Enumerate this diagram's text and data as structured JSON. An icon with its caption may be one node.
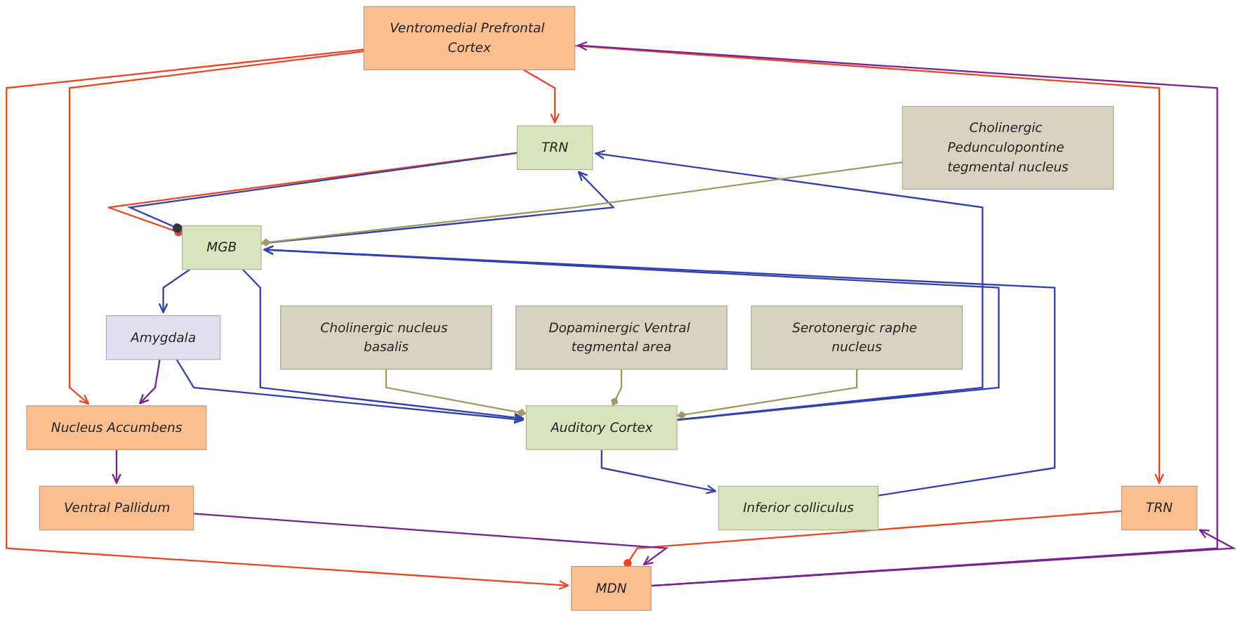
{
  "diagram": {
    "nodes": [
      {
        "text": [
          "Ventromedial Prefrontal Cortex"
        ]
      },
      {
        "text": [
          "Auditory Cortex"
        ]
      },
      {
        "text": [
          "Cholinergic nucleus basalis"
        ]
      },
      {
        "text": [
          "TRN"
        ]
      },
      {
        "text": [
          "TRN"
        ]
      },
      {
        "text": [
          "Dopaminergic Ventral tegmental area"
        ]
      },
      {
        "text": [
          "MDN"
        ]
      },
      {
        "text": [
          "MGB"
        ]
      },
      {
        "text": [
          "Serotonergic raphe nucleus"
        ]
      },
      {
        "text": [
          "Ventral Pallidum"
        ]
      },
      {
        "text": [
          "Nucleus Accumbens"
        ]
      },
      {
        "text": [
          "Amygdala"
        ]
      },
      {
        "text": [
          "Inferior colliculus"
        ]
      },
      {
        "text": [
          "Cholinergic Pedunculopontine tegmental nucleus"
        ]
      }
    ],
    "edges": [
      {
        "from": 0,
        "to": 3,
        "arrow": "to",
        "color": "#ee4422"
      },
      {
        "from": 0,
        "to": 6,
        "arrow": "to",
        "color": "#ee4422"
      },
      {
        "from": 0,
        "to": 10,
        "arrow": "to",
        "color": "#ee4422"
      },
      {
        "from": 0,
        "to": 4,
        "arrow": "to",
        "color": "#ee4422"
      },
      {
        "from": 6,
        "to": 0,
        "arrow": "to",
        "color": "#7a2090"
      },
      {
        "from": 6,
        "to": 3,
        "arrow": "to",
        "color": "#7a2090"
      },
      {
        "from": 3,
        "to": 6,
        "arrow": "other",
        "color": "#ee4422"
      },
      {
        "from": 9,
        "to": 6,
        "arrow": "to",
        "color": "#7a2090"
      },
      {
        "from": 10,
        "to": 9,
        "arrow": "to",
        "color": "#7a2090"
      },
      {
        "from": 11,
        "to": 10,
        "arrow": "to",
        "color": "#7a2090"
      },
      {
        "from": 11,
        "to": 1,
        "arrow": "to"
      },
      {
        "from": 1,
        "to": 4,
        "arrow": "to"
      },
      {
        "from": 4,
        "to": 7,
        "arrow": "other",
        "color": "#ee4422"
      },
      {
        "from": 4,
        "to": 7,
        "arrow": "other"
      },
      {
        "from": 7,
        "to": 1,
        "arrow": "to"
      },
      {
        "from": 7,
        "to": 4,
        "arrow": "to"
      },
      {
        "from": 1,
        "to": 7,
        "arrow": "to"
      },
      {
        "from": 1,
        "to": 12,
        "arrow": "to"
      },
      {
        "from": 12,
        "to": 7,
        "arrow": "to"
      },
      {
        "from": 7,
        "to": 11,
        "arrow": "to"
      },
      {
        "from": 2,
        "to": 1,
        "arrow": "other",
        "color": "#a09a60"
      },
      {
        "from": 5,
        "to": 1,
        "arrow": "other",
        "color": "#a09a60"
      },
      {
        "from": 8,
        "to": 1,
        "arrow": "other",
        "color": "#a09a60"
      },
      {
        "from": 13,
        "to": 7,
        "arrow": "other",
        "color": "#a09a60"
      }
    ]
  }
}
